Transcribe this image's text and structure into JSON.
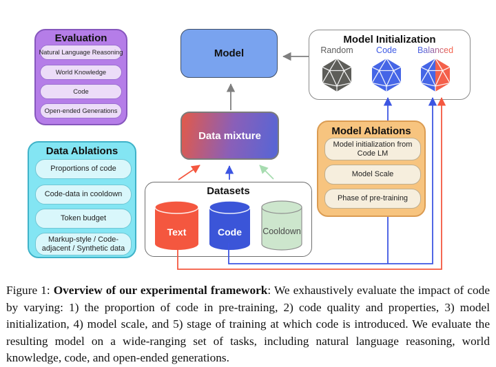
{
  "figure": {
    "caption_prefix": "Figure 1: ",
    "caption_bold": "Overview of our experimental framework",
    "caption_rest": ": We exhaustively evaluate the impact of code by varying: 1) the proportion of code in pre-training, 2) code quality and properties, 3) model initialization, 4) model scale, and 5) stage of training at which code is introduced. We evaluate the resulting model on a wide-ranging set of tasks, including natural language reasoning, world knowledge, code, and open-ended generations."
  },
  "evaluation": {
    "title": "Evaluation",
    "items": [
      "Natural Language Reasoning",
      "World Knowledge",
      "Code",
      "Open-ended Generations"
    ]
  },
  "data_ablations": {
    "title": "Data Ablations",
    "items": [
      "Proportions of code",
      "Code-data in cooldown",
      "Token budget",
      "Markup-style / Code-adjacent / Synthetic data"
    ]
  },
  "model": {
    "label": "Model"
  },
  "data_mixture": {
    "label": "Data mixture"
  },
  "model_initialization": {
    "title": "Model Initialization",
    "options": [
      {
        "label": "Random",
        "color": "#5d5d59"
      },
      {
        "label": "Code",
        "color": "#4565e6"
      },
      {
        "label": "Balanced",
        "color_left": "#4565e6",
        "color_right": "#f4604a"
      }
    ]
  },
  "model_ablations": {
    "title": "Model Ablations",
    "items": [
      "Model initialization from Code LM",
      "Model Scale",
      "Phase of pre-training"
    ]
  },
  "datasets": {
    "title": "Datasets",
    "cylinders": [
      {
        "label": "Text",
        "color": "#f4573f"
      },
      {
        "label": "Code",
        "color": "#3b55d8"
      },
      {
        "label": "Cooldown",
        "color": "#cde6cd"
      }
    ]
  },
  "colors": {
    "arrow_red": "#f4573f",
    "arrow_blue": "#3c55e2",
    "arrow_green": "#a7dcb0",
    "arrow_gray": "#7f7f7f",
    "evaluation_purple": "#b57de8",
    "data_ablations_cyan": "#83e5f3",
    "model_ablations_orange": "#f7c47f",
    "model_blue": "#79a3ef"
  }
}
